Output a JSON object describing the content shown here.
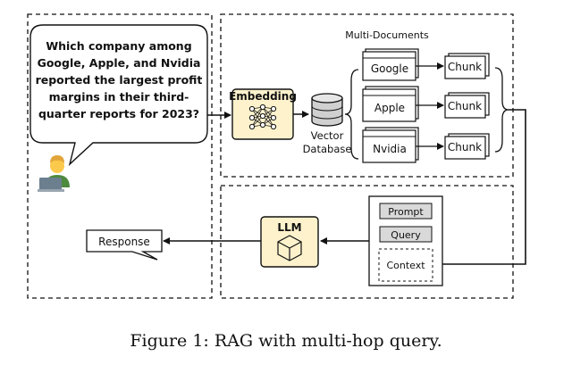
{
  "question": {
    "lines": [
      "Which company among",
      "Google, Apple, and Nvidia",
      "reported the largest profit",
      "margins in their third-",
      "quarter reports for 2023?"
    ]
  },
  "embedding": {
    "label": "Embedding"
  },
  "vector_db": {
    "label_line1": "Vector",
    "label_line2": "Database"
  },
  "multi_docs": {
    "title": "Multi-Documents",
    "documents": [
      "Google",
      "Apple",
      "Nvidia"
    ],
    "chunk_label": "Chunk"
  },
  "prompt_panel": {
    "prompt": "Prompt",
    "query": "Query",
    "context": "Context"
  },
  "llm": {
    "label": "LLM"
  },
  "response": {
    "label": "Response"
  },
  "caption": "Figure 1: RAG with multi-hop query.",
  "colors": {
    "embedding_fill": "#fdf2cc",
    "llm_fill": "#fdf2cc",
    "tag_fill": "#d9d9d9",
    "db_fill": "#d0d0d0",
    "stroke": "#111111"
  },
  "icons": {
    "user": "user-laptop-icon",
    "embedding": "neural-network-icon",
    "llm": "cube-icon",
    "database": "database-cylinder-icon"
  }
}
